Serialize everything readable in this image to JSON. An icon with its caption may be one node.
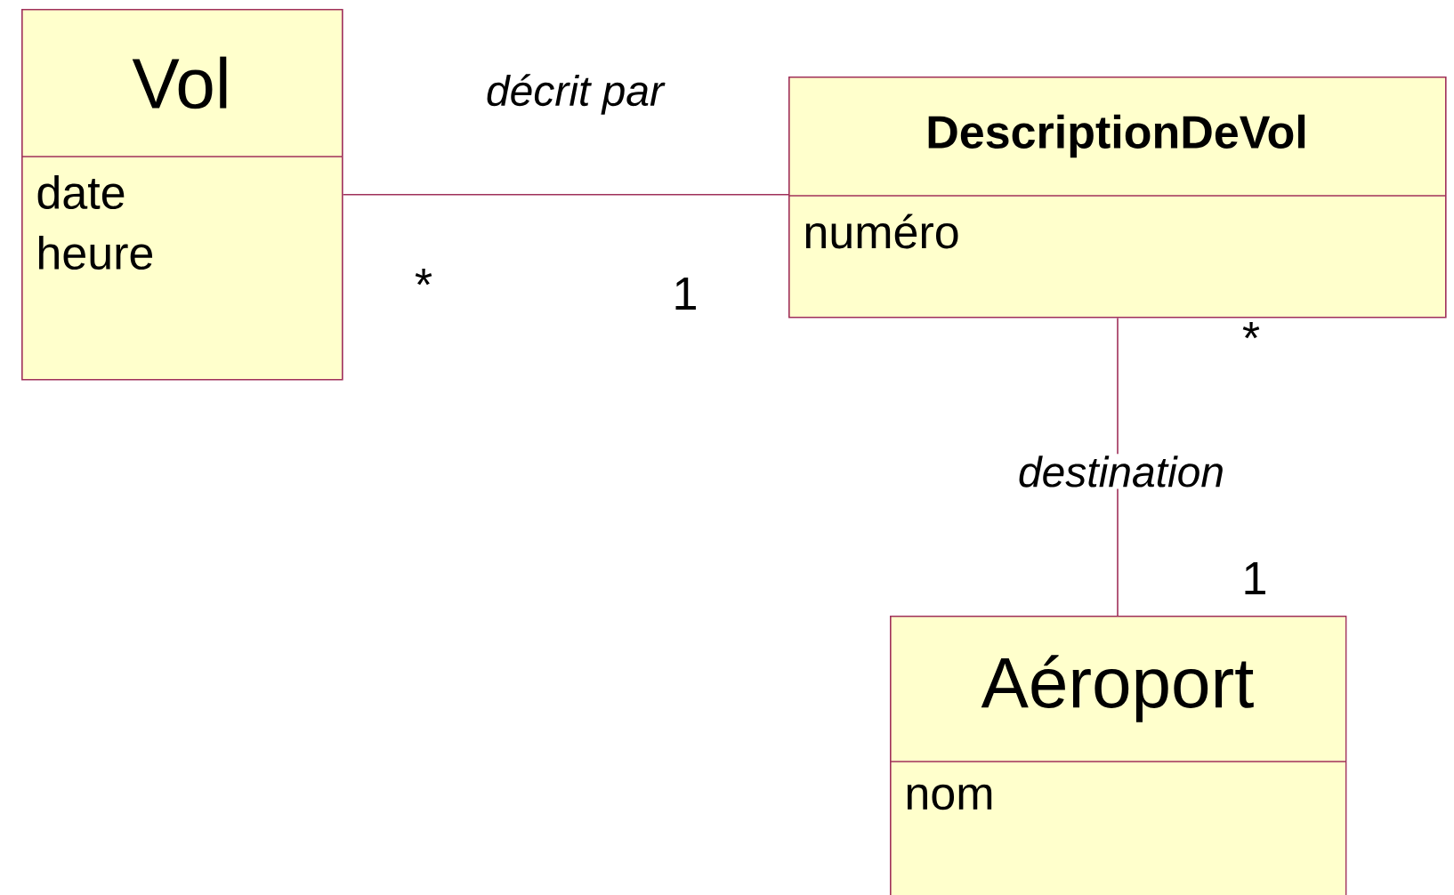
{
  "diagram": {
    "nodes": [
      {
        "text": [
          "Vol",
          "date",
          "heure"
        ]
      },
      {
        "text": [
          "DescriptionDeVol",
          "numéro"
        ]
      },
      {
        "text": [
          "Aéroport",
          "nom"
        ]
      }
    ],
    "edges": [
      {
        "from": 0,
        "to": 1,
        "arrow": "none",
        "label": "décrit par"
      },
      {
        "from": 1,
        "to": 2,
        "arrow": "none",
        "label": "destination"
      }
    ],
    "labels": [
      "*",
      "1",
      "*",
      "1"
    ]
  }
}
